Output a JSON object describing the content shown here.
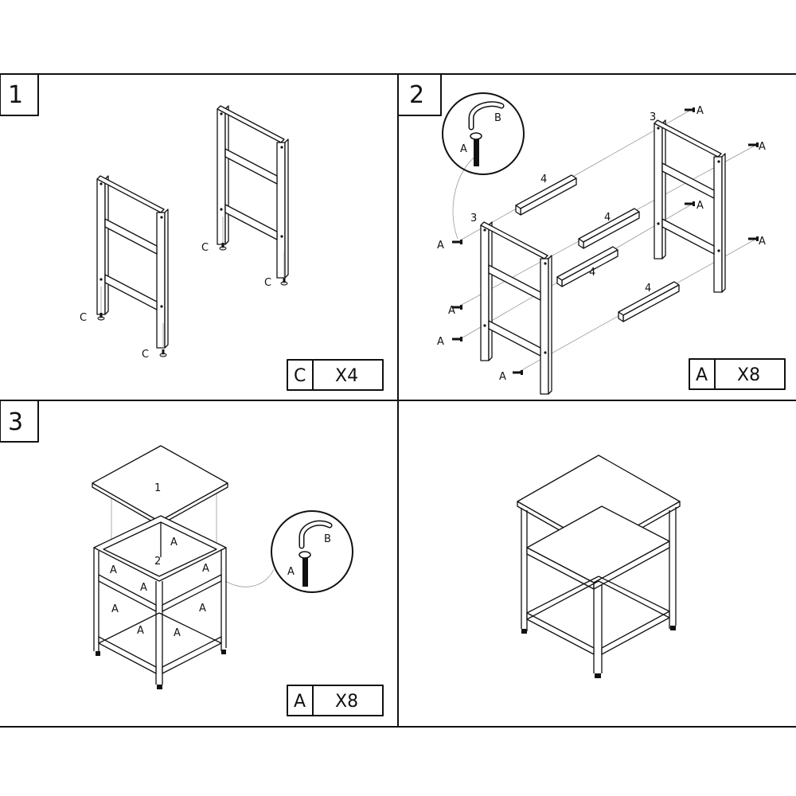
{
  "steps": [
    {
      "number": "1",
      "legend_letter": "C",
      "legend_count": "X4"
    },
    {
      "number": "2",
      "legend_letter": "A",
      "legend_count": "X8"
    },
    {
      "number": "3",
      "legend_letter": "A",
      "legend_count": "X8"
    }
  ],
  "parts": {
    "frame": "3",
    "rail": "4",
    "top": "1",
    "shelf": "2"
  },
  "hardware": {
    "foot": "C",
    "bolt": "A",
    "wrench": "B"
  }
}
